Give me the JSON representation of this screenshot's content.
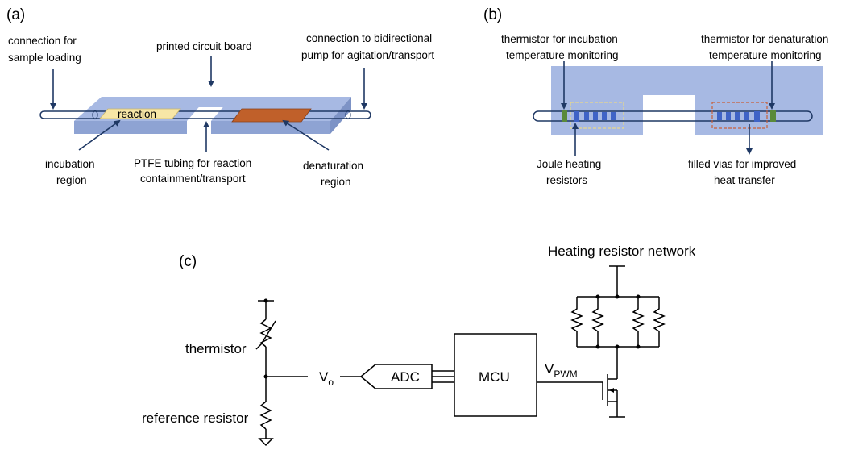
{
  "panel_a": {
    "panel_label": "(a)",
    "labels": {
      "sample_loading_1": "connection for",
      "sample_loading_2": "sample loading",
      "pcb": "printed circuit board",
      "pump_1": "connection to bidirectional",
      "pump_2": "pump for agitation/transport",
      "reaction": "reaction",
      "incubation_1": "incubation",
      "incubation_2": "region",
      "ptfe_1": "PTFE tubing for reaction",
      "ptfe_2": "containment/transport",
      "denaturation_1": "denaturation",
      "denaturation_2": "region"
    },
    "colors": {
      "board": "#a7b9e3",
      "board_side": "#8ea3d3",
      "incubation": "#f7e6a6",
      "denaturation": "#c0602a",
      "arrow": "#1f3864"
    }
  },
  "panel_b": {
    "panel_label": "(b)",
    "labels": {
      "therm_incub_1": "thermistor for incubation",
      "therm_incub_2": "temperature monitoring",
      "therm_denat_1": "thermistor for denaturation",
      "therm_denat_2": "temperature monitoring",
      "joule_1": "Joule heating",
      "joule_2": "resistors",
      "vias_1": "filled vias for improved",
      "vias_2": "heat transfer"
    },
    "colors": {
      "board": "#a7b9e3",
      "resistor": "#3f63c6",
      "thermistor": "#5a8a3a",
      "incub_box": "#e8d88a",
      "denat_box": "#c8603a"
    }
  },
  "panel_c": {
    "panel_label": "(c)",
    "title": "Heating resistor network",
    "labels": {
      "thermistor": "thermistor",
      "reference_resistor": "reference resistor",
      "vo_main": "V",
      "vo_sub": "o",
      "adc": "ADC",
      "mcu": "MCU",
      "vpwm_main": "V",
      "vpwm_sub": "PWM"
    }
  }
}
